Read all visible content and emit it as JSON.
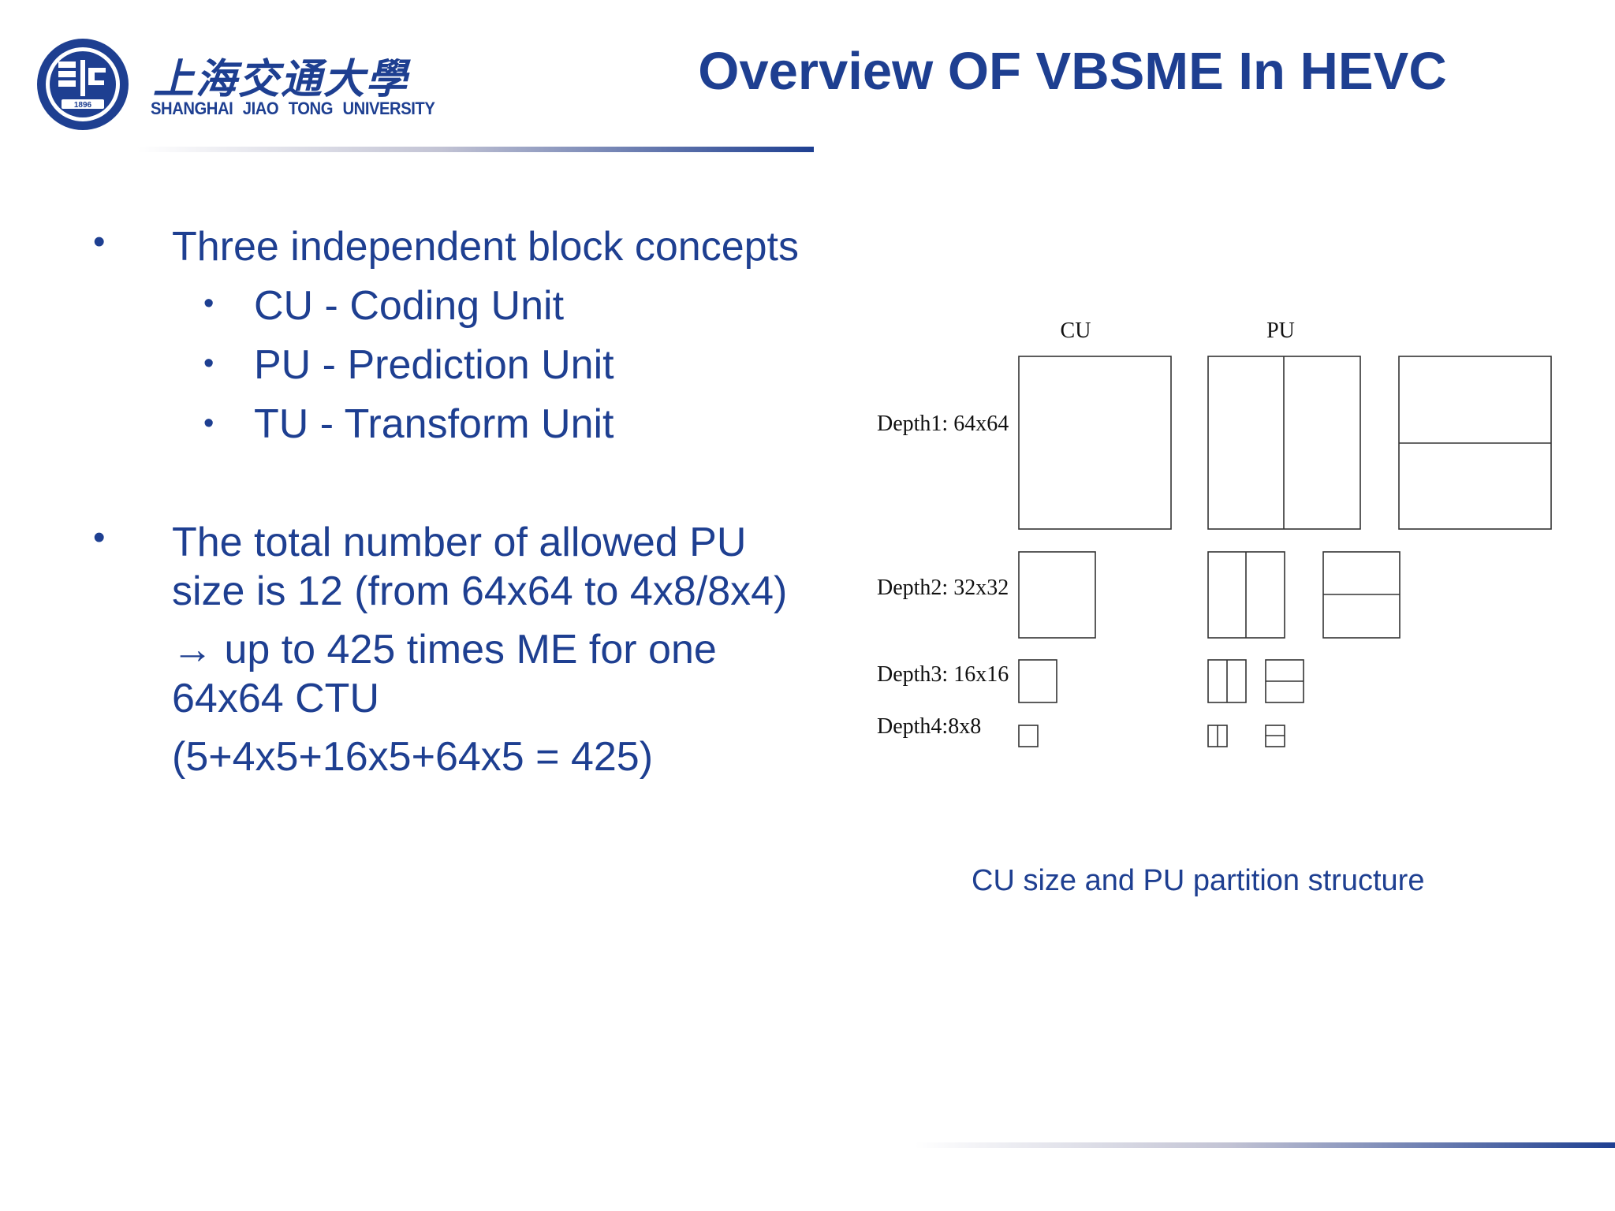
{
  "header": {
    "logo_cn": "上海交通大學",
    "logo_en": "SHANGHAI JIAO TONG UNIVERSITY",
    "logo_year": "1896",
    "title": "Overview OF VBSME In HEVC"
  },
  "content": {
    "bullet1": "Three independent block concepts",
    "sub_items": [
      "CU - Coding Unit",
      "PU - Prediction Unit",
      "TU - Transform Unit"
    ],
    "bullet2_line1": "The total number of allowed PU",
    "bullet2_line2": "size is 12 (from 64x64 to 4x8/8x4)",
    "arrow_line1": "→ up to 425 times ME for one",
    "arrow_line2": "64x64 CTU",
    "formula": "(5+4x5+16x5+64x5 = 425)"
  },
  "diagram": {
    "col_cu": "CU",
    "col_pu": "PU",
    "depths": [
      "Depth1: 64x64",
      "Depth2: 32x32",
      "Depth3: 16x16",
      "Depth4:8x8"
    ],
    "caption": "CU size and PU partition structure"
  },
  "colors": {
    "accent": "#1e3f91",
    "diagram_stroke": "#333333"
  }
}
